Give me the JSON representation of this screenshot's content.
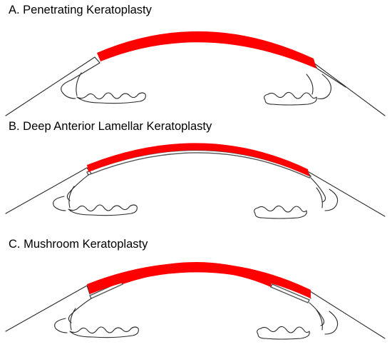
{
  "panels": [
    {
      "id": "a",
      "title": "A. Penetrating Keratoplasty",
      "graft_type": "full-thickness"
    },
    {
      "id": "b",
      "title": "B. Deep Anterior Lamellar Keratoplasty",
      "graft_type": "anterior-lamellar"
    },
    {
      "id": "c",
      "title": "C. Mushroom Keratoplasty",
      "graft_type": "mushroom"
    }
  ],
  "colors": {
    "graft": "#ff0000",
    "outline": "#2a2a2a",
    "background": "#ffffff"
  }
}
